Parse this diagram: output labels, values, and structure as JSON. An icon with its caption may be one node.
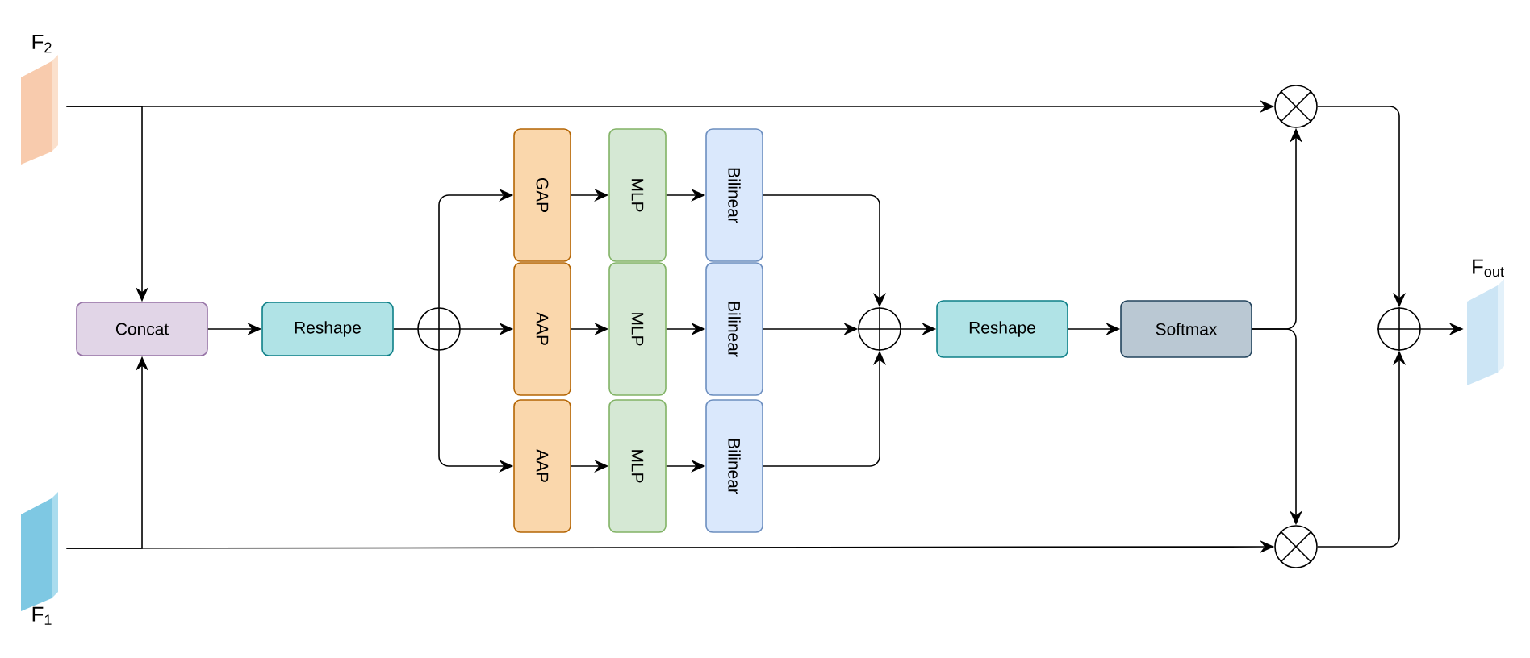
{
  "diagram": {
    "nodes": [
      {
        "text": [
          "F$_{2}$"
        ]
      },
      {
        "text": [
          "F$_{1}$"
        ]
      },
      {
        "text": [
          "Concat"
        ]
      },
      {
        "text": [
          "Reshape"
        ]
      },
      {
        "text": [],
        "shape": "circle"
      },
      {
        "text": [
          "GAP"
        ]
      },
      {
        "text": [
          "AAP"
        ]
      },
      {
        "text": [
          "AAP"
        ]
      },
      {
        "text": [
          "MLP"
        ]
      },
      {
        "text": [
          "MLP"
        ]
      },
      {
        "text": [
          "MLP"
        ]
      },
      {
        "text": [
          "Bilinear"
        ]
      },
      {
        "text": [
          "Bilinear"
        ]
      },
      {
        "text": [
          "Bilinear"
        ]
      },
      {
        "text": [],
        "shape": "circle"
      },
      {
        "text": [
          "Reshape"
        ]
      },
      {
        "text": [
          "Softmax"
        ]
      },
      {
        "text": [],
        "shape": "circle"
      },
      {
        "text": [],
        "shape": "circle"
      },
      {
        "text": [],
        "shape": "circle"
      },
      {
        "text": [
          "F$_{out}$"
        ]
      }
    ],
    "edges": [
      {
        "from": 0,
        "to": 17,
        "arrow": "to"
      },
      {
        "from": 0,
        "to": 2,
        "arrow": "to"
      },
      {
        "from": 1,
        "to": 2,
        "arrow": "to"
      },
      {
        "from": 1,
        "to": 18,
        "arrow": "to"
      },
      {
        "from": 2,
        "to": 3,
        "arrow": "to"
      },
      {
        "from": 3,
        "to": 4,
        "arrow": "none"
      },
      {
        "from": 4,
        "to": 5,
        "arrow": "to"
      },
      {
        "from": 4,
        "to": 6,
        "arrow": "to"
      },
      {
        "from": 4,
        "to": 7,
        "arrow": "to"
      },
      {
        "from": 5,
        "to": 8,
        "arrow": "to"
      },
      {
        "from": 6,
        "to": 9,
        "arrow": "to"
      },
      {
        "from": 7,
        "to": 10,
        "arrow": "to"
      },
      {
        "from": 8,
        "to": 11,
        "arrow": "to"
      },
      {
        "from": 9,
        "to": 12,
        "arrow": "to"
      },
      {
        "from": 10,
        "to": 13,
        "arrow": "to"
      },
      {
        "from": 11,
        "to": 14,
        "arrow": "to"
      },
      {
        "from": 12,
        "to": 14,
        "arrow": "to"
      },
      {
        "from": 13,
        "to": 14,
        "arrow": "to"
      },
      {
        "from": 14,
        "to": 15,
        "arrow": "to"
      },
      {
        "from": 15,
        "to": 16,
        "arrow": "to"
      },
      {
        "from": 16,
        "to": 17,
        "arrow": "to"
      },
      {
        "from": 16,
        "to": 18,
        "arrow": "to"
      },
      {
        "from": 17,
        "to": 19,
        "arrow": "to"
      },
      {
        "from": 18,
        "to": 19,
        "arrow": "to"
      },
      {
        "from": 19,
        "to": 20,
        "arrow": "to"
      }
    ]
  }
}
